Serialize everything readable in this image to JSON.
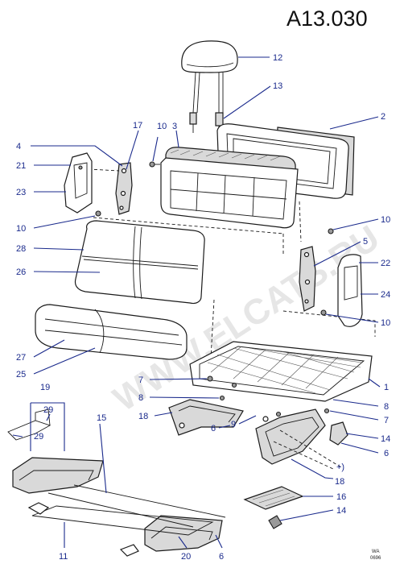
{
  "diagram": {
    "code": "A13.030",
    "watermark": "WWW.ELCATS.RU",
    "stamp_top": "WA",
    "stamp_bottom": "0696",
    "plus_mark": "+)",
    "callouts": {
      "c12": "12",
      "c13": "13",
      "c2": "2",
      "c3": "3",
      "c10a": "10",
      "c17": "17",
      "c4": "4",
      "c21": "21",
      "c23": "23",
      "c10b": "10",
      "c28": "28",
      "c26": "26",
      "c27": "27",
      "c25": "25",
      "c10c": "10",
      "c5": "5",
      "c22": "22",
      "c24": "24",
      "c10d": "10",
      "c1": "1",
      "c7a": "7",
      "c8a": "8",
      "c18a": "18",
      "c6a": "6",
      "c9": "9",
      "c8b": "8",
      "c7b": "7",
      "c14a": "14",
      "c6b": "6",
      "c18b": "18",
      "c16": "16",
      "c14b": "14",
      "c19": "19",
      "c29a": "29",
      "c29b": "29",
      "c15": "15",
      "c11": "11",
      "c20": "20",
      "c6c": "6"
    }
  }
}
